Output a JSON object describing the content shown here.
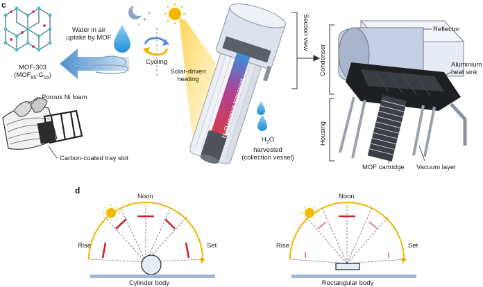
{
  "panels": {
    "c": "c",
    "d": "d"
  },
  "panel_c": {
    "mof_name": "MOF-303",
    "mof_formula_prefix": "(MOF",
    "mof_formula_sub1": "85",
    "mof_formula_mid": "-G",
    "mof_formula_sub2": "15",
    "mof_formula_suffix": ")",
    "water_uptake_1": "Water in air",
    "water_uptake_2": "uptake by MOF",
    "cycling": "Cycling",
    "solar_heating_1": "Solar-driven",
    "solar_heating_2": "heating",
    "vapour_transport_prefix": "H",
    "vapour_transport_sub": "2",
    "vapour_transport_suffix": "O vapour transport",
    "section_view": "Section view",
    "h2o_prefix": "H",
    "h2o_sub": "2",
    "h2o_suffix": "O",
    "harvested": "harvested",
    "collection_vessel": "(collection vessel)",
    "porous_ni_foam": "Porous Ni foam",
    "carbon_coated_tray_slot": "Carbon-coated tray slot",
    "reflector": "Reflector",
    "aluminium_1": "Aluminium",
    "aluminium_2": "heat sink",
    "condenser": "Condenser",
    "housing": "Housing",
    "mof_cartridge": "MOF cartridge",
    "vacuum_layer": "Vacuum layer"
  },
  "panel_d": {
    "left": {
      "noon": "Noon",
      "rise": "Rise",
      "set": "Set",
      "caption": "Cylinder body"
    },
    "right": {
      "noon": "Noon",
      "rise": "Rise",
      "set": "Set",
      "caption": "Rectangular body"
    }
  },
  "colors": {
    "sun": "#f5b800",
    "arc": "#f0b400",
    "panel_red": "#d0202a",
    "blue_arrow": "#5b9bd5",
    "water": "#3aa6e0",
    "ground": "#9fb8d8"
  }
}
